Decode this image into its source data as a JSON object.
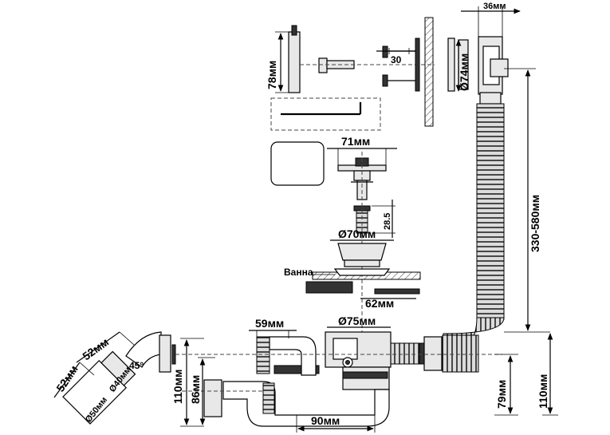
{
  "labels": {
    "d_36": "36мм",
    "d_30": "30",
    "d_78": "78мм",
    "d_74": "Ø74мм",
    "d_71": "71мм",
    "d_285": "28.5",
    "d_70": "Ø70мм",
    "vanna": "Ванна",
    "d_62": "62мм",
    "d_330_580": "330-580мм",
    "d_59": "59мм",
    "d_75": "Ø75мм",
    "d_52a": "52мм",
    "d_52b": "52мм",
    "d_45": "45°",
    "d_40": "Ø40мм",
    "d_50": "Ø50мм",
    "d_110a": "110мм",
    "d_86": "86мм",
    "d_90": "90мм",
    "d_79": "79мм",
    "d_110b": "110мм"
  }
}
